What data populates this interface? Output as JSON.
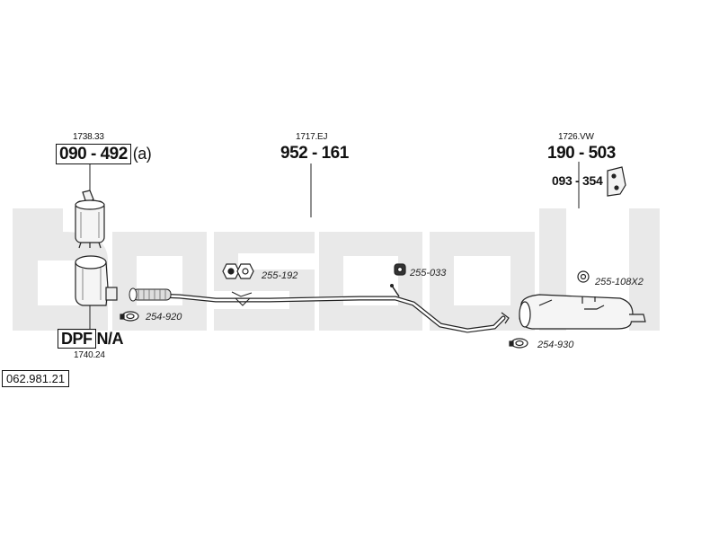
{
  "watermark": {
    "text": "bosal",
    "color": "#e9e9e9"
  },
  "diagram_number": "062.981.21",
  "parts": {
    "catalyst": {
      "ref": "1738.33",
      "part_number": "090 - 492",
      "suffix": "(a)"
    },
    "dpf": {
      "ref": "1740.24",
      "part_number": "DPF",
      "suffix": "N/A"
    },
    "middle_pipe": {
      "ref": "1717.EJ",
      "part_number": "952 - 161"
    },
    "rear_silencer": {
      "ref": "1726.VW",
      "part_number": "190 - 503"
    },
    "mount_bracket": {
      "part_number": "093 - 354"
    }
  },
  "fittings": {
    "clamp_254_920": "254-920",
    "gasket_255_192": "255-192",
    "rubber_255_033": "255-033",
    "rubber_255_108": "255-108X2",
    "clamp_254_930": "254-930"
  }
}
